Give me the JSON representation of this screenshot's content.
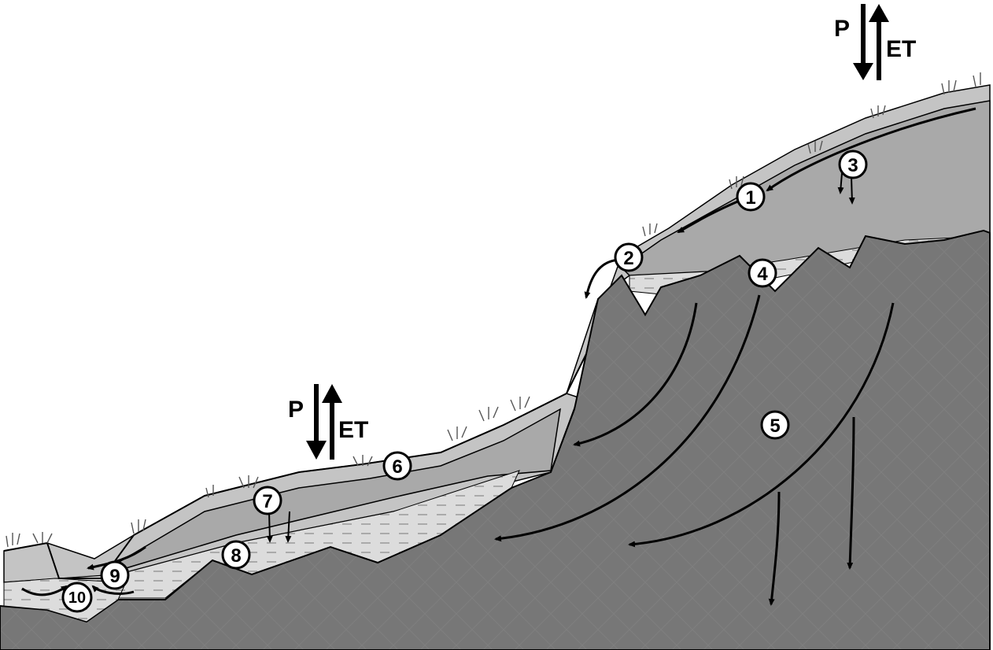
{
  "top_flux": {
    "p": "P",
    "et": "ET"
  },
  "lower_flux": {
    "p": "P",
    "et": "ET"
  },
  "labels": [
    "1",
    "2",
    "3",
    "4",
    "5",
    "6",
    "7",
    "8",
    "9",
    "10"
  ],
  "colors": {
    "sky": "#ffffff",
    "soil_light": "#c4c4c4",
    "soil_mid": "#a9a9a9",
    "bedrock": "#777777",
    "groundwater": "#dcdcdc",
    "outline": "#000000"
  }
}
